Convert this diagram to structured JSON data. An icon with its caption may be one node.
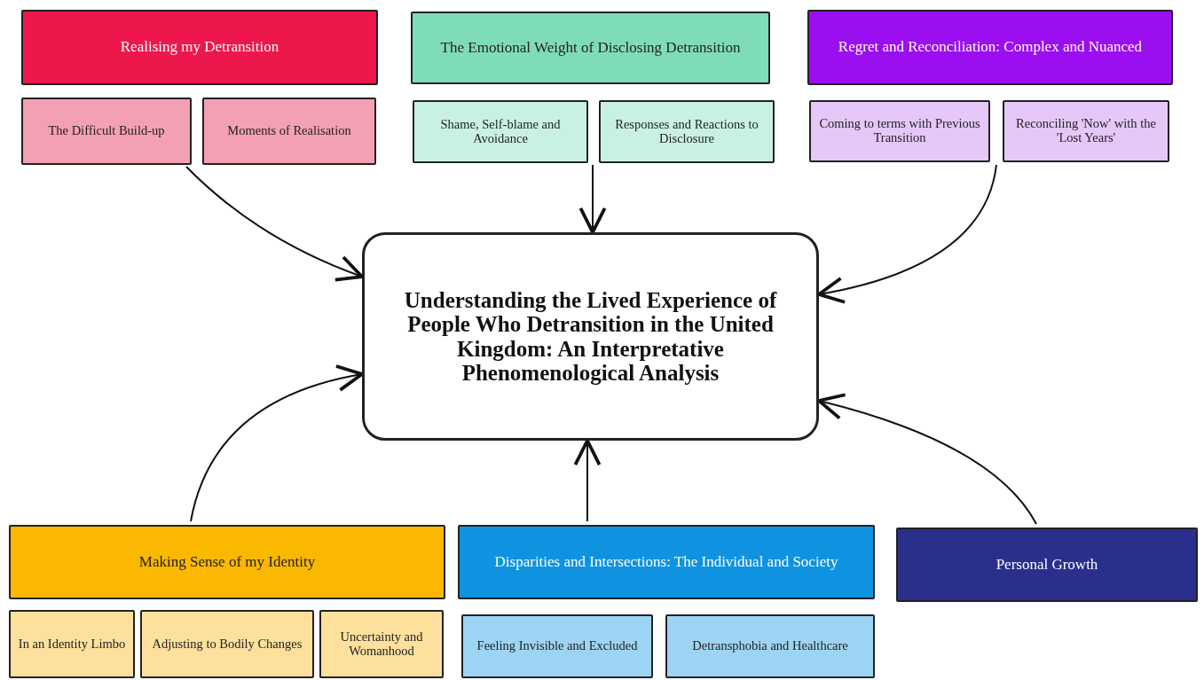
{
  "diagram": {
    "nodes": [
      {
        "text": [
          "Realising my Detransition"
        ]
      },
      {
        "text": [
          "The Difficult Build-up"
        ]
      },
      {
        "text": [
          "Moments of Realisation"
        ]
      },
      {
        "text": [
          "The Emotional Weight of Disclosing Detransition"
        ]
      },
      {
        "text": [
          "Shame, Self-blame and Avoidance"
        ]
      },
      {
        "text": [
          "Responses and Reactions to Disclosure"
        ]
      },
      {
        "text": [
          "Regret and Reconciliation: Complex and Nuanced"
        ]
      },
      {
        "text": [
          "Coming to terms with Previous Transition"
        ]
      },
      {
        "text": [
          "Reconciling 'Now' with the 'Lost Years'"
        ]
      },
      {
        "text": [
          "Understanding the Lived Experience of People Who Detransition in the United Kingdom: An Interpretative Phenomenological Analysis"
        ]
      },
      {
        "text": [
          "Making Sense of my Identity"
        ]
      },
      {
        "text": [
          "In an Identity Limbo"
        ]
      },
      {
        "text": [
          "Adjusting to Bodily Changes"
        ]
      },
      {
        "text": [
          "Uncertainty and Womanhood"
        ]
      },
      {
        "text": [
          "Disparities and Intersections: The Individual and Society"
        ]
      },
      {
        "text": [
          "Feeling Invisible and Excluded"
        ]
      },
      {
        "text": [
          "Detransphobia and Healthcare"
        ]
      },
      {
        "text": [
          "Personal Growth"
        ]
      }
    ],
    "edges": [
      {
        "from": 1,
        "to": 9,
        "arrow": "to"
      },
      {
        "from": 4,
        "to": 9,
        "arrow": "to"
      },
      {
        "from": 8,
        "to": 9,
        "arrow": "to"
      },
      {
        "from": 10,
        "to": 9,
        "arrow": "to"
      },
      {
        "from": 14,
        "to": 9,
        "arrow": "to"
      },
      {
        "from": 17,
        "to": 9,
        "arrow": "to"
      }
    ]
  }
}
